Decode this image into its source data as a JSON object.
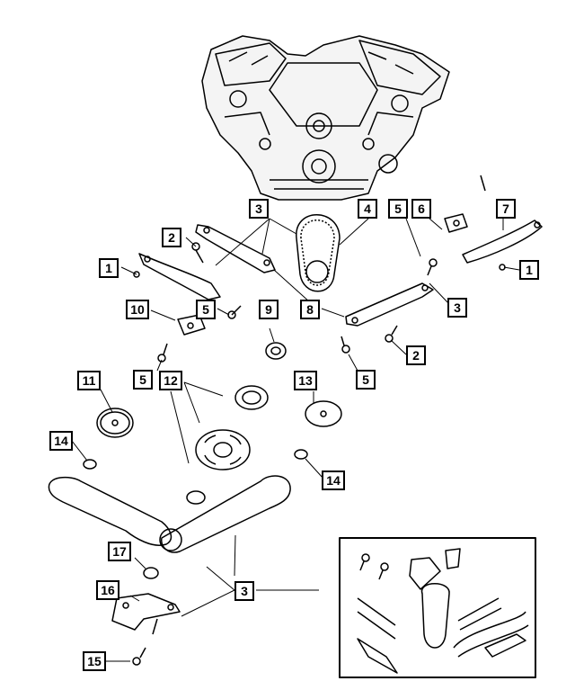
{
  "callouts": {
    "c1_left": "1",
    "c1_right": "1",
    "c2_top": "2",
    "c2_bottom": "2",
    "c3_top": "3",
    "c3_mid": "3",
    "c3_bottom": "3",
    "c4": "4",
    "c5_top": "5",
    "c5_a": "5",
    "c5_b": "5",
    "c5_c": "5",
    "c6": "6",
    "c7": "7",
    "c8": "8",
    "c9": "9",
    "c10": "10",
    "c11": "11",
    "c12": "12",
    "c13": "13",
    "c14_left": "14",
    "c14_right": "14",
    "c15": "15",
    "c16": "16",
    "c17": "17"
  },
  "colors": {
    "line": "#000000",
    "background": "#ffffff"
  }
}
